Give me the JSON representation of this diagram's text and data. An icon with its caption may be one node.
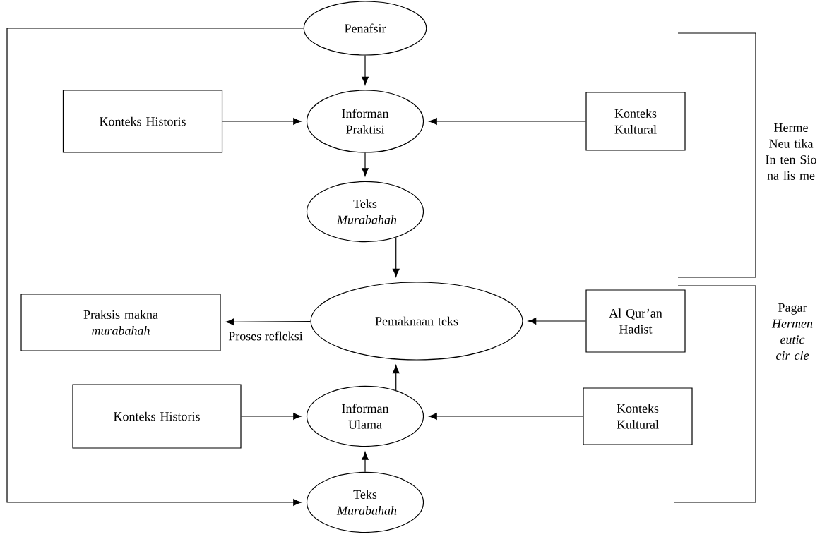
{
  "diagram": {
    "nodes": [
      {
        "text": [
          "Penafsir"
        ]
      },
      {
        "text": [
          "Konteks Historis"
        ]
      },
      {
        "text": [
          "Informan Praktisi"
        ]
      },
      {
        "text": [
          "Konteks Kultural"
        ]
      },
      {
        "text": [
          "Teks *Murabahah*"
        ]
      },
      {
        "text": [
          "Praksis makna *murabahah*"
        ]
      },
      {
        "text": [
          "Pemaknaan teks"
        ]
      },
      {
        "text": [
          "Al Qur’an Hadist"
        ]
      },
      {
        "text": [
          "Konteks Historis"
        ]
      },
      {
        "text": [
          "Informan Ulama"
        ]
      },
      {
        "text": [
          "Konteks Kultural"
        ]
      },
      {
        "text": [
          "Teks *Murabahah*"
        ]
      }
    ],
    "edges": [
      {
        "from": 0,
        "to": 2,
        "arrow": "to"
      },
      {
        "from": 1,
        "to": 2,
        "arrow": "to"
      },
      {
        "from": 3,
        "to": 2,
        "arrow": "to"
      },
      {
        "from": 2,
        "to": 4,
        "arrow": "to"
      },
      {
        "from": 4,
        "to": 6,
        "arrow": "to"
      },
      {
        "from": 6,
        "to": 5,
        "arrow": "to",
        "label": "Proses refleksi"
      },
      {
        "from": 7,
        "to": 6,
        "arrow": "to"
      },
      {
        "from": 9,
        "to": 6,
        "arrow": "to"
      },
      {
        "from": 8,
        "to": 9,
        "arrow": "to"
      },
      {
        "from": 10,
        "to": 9,
        "arrow": "to"
      },
      {
        "from": 11,
        "to": 9,
        "arrow": "to"
      },
      {
        "from": 0,
        "to": 11,
        "arrow": "to"
      }
    ],
    "labels": [
      "Herme Neu tika In ten Sio na lis me",
      "Pagar *Hermen eutic cir cle*"
    ]
  }
}
